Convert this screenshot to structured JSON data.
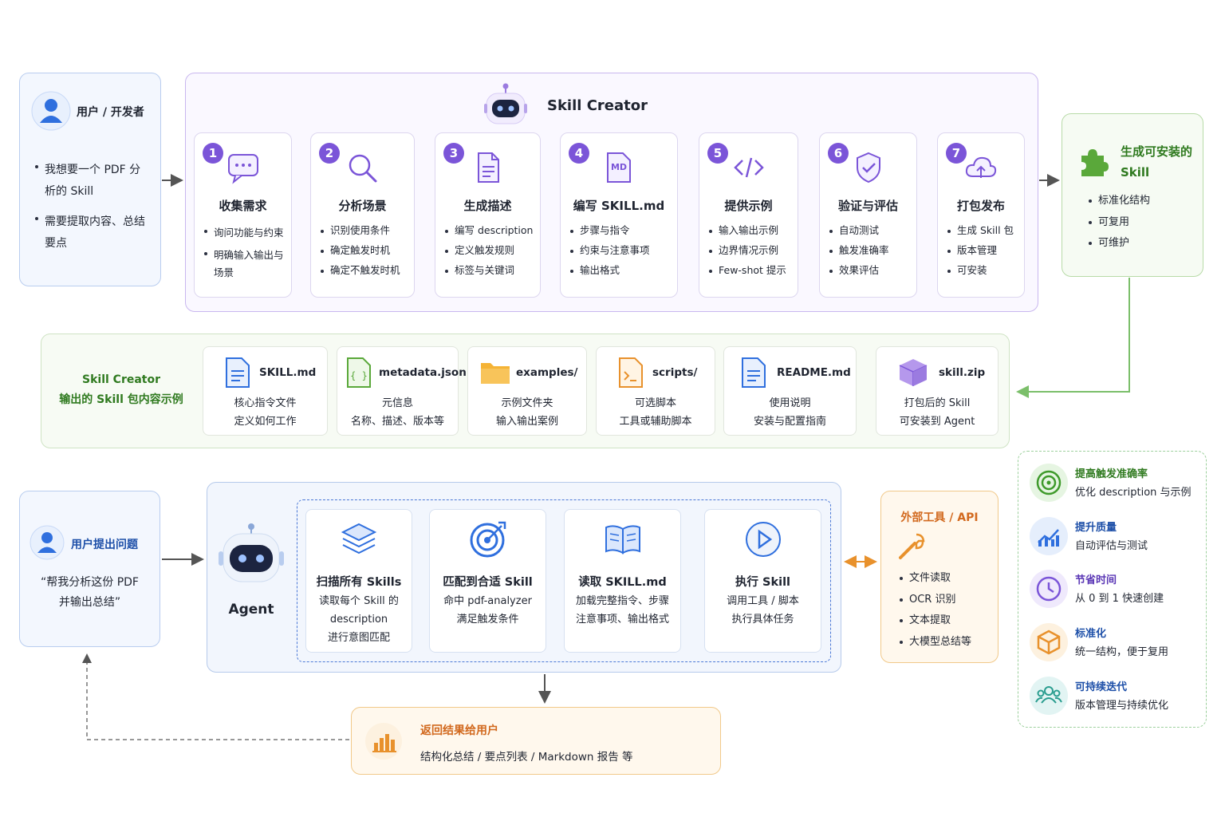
{
  "user": {
    "title": "用户 / 开发者",
    "items": [
      "我想要一个 PDF 分析的 Skill",
      "需要提取内容、总结要点"
    ]
  },
  "creator": {
    "title": "Skill Creator",
    "steps": [
      {
        "num": "1",
        "title": "收集需求",
        "items": [
          "询问功能与约束",
          "明确输入输出与场景"
        ]
      },
      {
        "num": "2",
        "title": "分析场景",
        "items": [
          "识别使用条件",
          "确定触发时机",
          "确定不触发时机"
        ]
      },
      {
        "num": "3",
        "title": "生成描述",
        "items": [
          "编写 description",
          "定义触发规则",
          "标签与关键词"
        ]
      },
      {
        "num": "4",
        "title": "编写 SKILL.md",
        "items": [
          "步骤与指令",
          "约束与注意事项",
          "输出格式"
        ]
      },
      {
        "num": "5",
        "title": "提供示例",
        "items": [
          "输入输出示例",
          "边界情况示例",
          "Few-shot 提示"
        ]
      },
      {
        "num": "6",
        "title": "验证与评估",
        "items": [
          "自动测试",
          "触发准确率",
          "效果评估"
        ]
      },
      {
        "num": "7",
        "title": "打包发布",
        "items": [
          "生成 Skill 包",
          "版本管理",
          "可安装"
        ]
      }
    ],
    "md_icon_text": "MD"
  },
  "output": {
    "title_line1": "生成可安装的",
    "title_line2": "Skill",
    "items": [
      "标准化结构",
      "可复用",
      "可维护"
    ]
  },
  "package": {
    "title_line1": "Skill Creator",
    "title_line2": "输出的 Skill 包内容示例",
    "files": [
      {
        "name": "SKILL.md",
        "line1": "核心指令文件",
        "line2": "定义如何工作"
      },
      {
        "name": "metadata.json",
        "line1": "元信息",
        "line2": "名称、描述、版本等"
      },
      {
        "name": "examples/",
        "line1": "示例文件夹",
        "line2": "输入输出案例"
      },
      {
        "name": "scripts/",
        "line1": "可选脚本",
        "line2": "工具或辅助脚本"
      },
      {
        "name": "README.md",
        "line1": "使用说明",
        "line2": "安装与配置指南"
      },
      {
        "name": "skill.zip",
        "line1": "打包后的 Skill",
        "line2": "可安装到 Agent"
      }
    ]
  },
  "question": {
    "title": "用户提出问题",
    "line1": "“帮我分析这份 PDF",
    "line2": "并输出总结”"
  },
  "agent": {
    "label": "Agent",
    "steps": [
      {
        "title": "扫描所有 Skills",
        "lines": [
          "读取每个 Skill 的",
          "description",
          "进行意图匹配"
        ]
      },
      {
        "title": "匹配到合适 Skill",
        "lines": [
          "命中 pdf-analyzer",
          "满足触发条件"
        ]
      },
      {
        "title": "读取 SKILL.md",
        "lines": [
          "加载完整指令、步骤",
          "注意事项、输出格式"
        ]
      },
      {
        "title": "执行 Skill",
        "lines": [
          "调用工具 / 脚本",
          "执行具体任务"
        ]
      }
    ]
  },
  "external": {
    "title": "外部工具 / API",
    "items": [
      "文件读取",
      "OCR 识别",
      "文本提取",
      "大模型总结等"
    ]
  },
  "benefits": [
    {
      "title": "提高触发准确率",
      "desc": "优化 description 与示例",
      "icon": "target-icon"
    },
    {
      "title": "提升质量",
      "desc": "自动评估与测试",
      "icon": "chart-icon"
    },
    {
      "title": "节省时间",
      "desc": "从 0 到 1 快速创建",
      "icon": "clock-icon"
    },
    {
      "title": "标准化",
      "desc": "统一结构，便于复用",
      "icon": "cube-icon"
    },
    {
      "title": "可持续迭代",
      "desc": "版本管理与持续优化",
      "icon": "users-icon"
    }
  ],
  "result": {
    "title": "返回结果给用户",
    "desc": "结构化总结 / 要点列表 / Markdown 报告 等"
  },
  "colors": {
    "purple": "#7b55d8",
    "blue": "#2f6fde",
    "green": "#4c9a2a",
    "orange": "#e8912c"
  }
}
